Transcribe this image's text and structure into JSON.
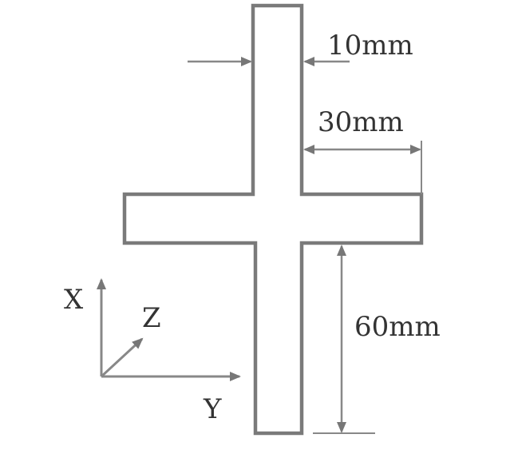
{
  "diagram": {
    "dimensions": {
      "thickness": "10mm",
      "arm_length": "30mm",
      "lower_length": "60mm"
    },
    "axes": {
      "x": "X",
      "y": "Y",
      "z": "Z"
    },
    "colors": {
      "line": "#7a7a7a",
      "text": "#333333"
    }
  }
}
